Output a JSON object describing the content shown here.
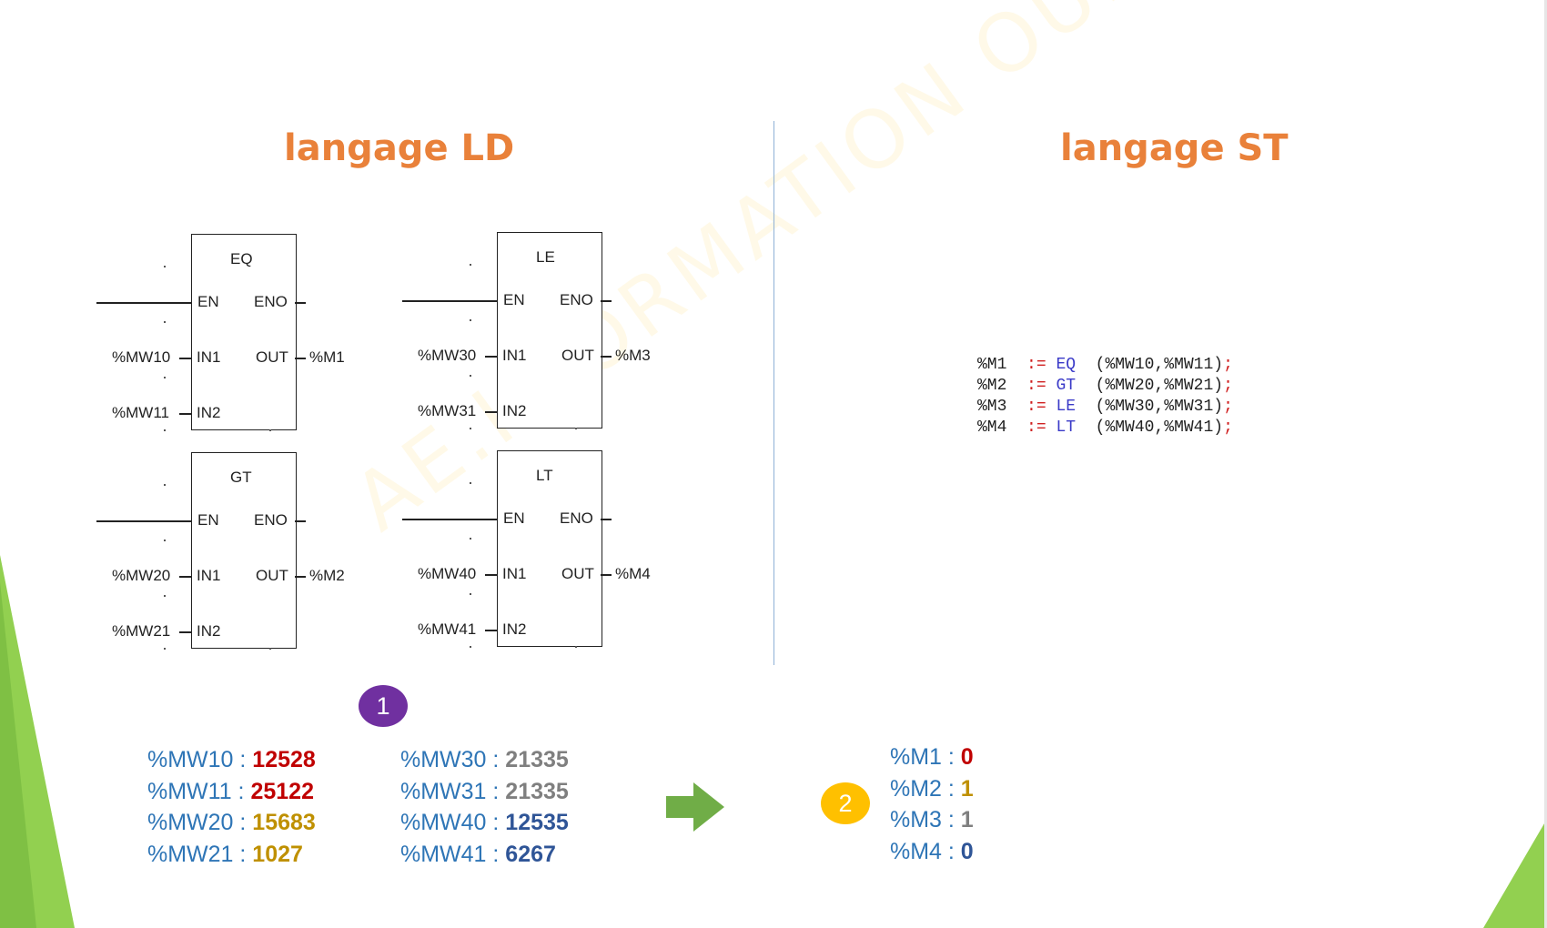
{
  "titles": {
    "ld": "langage LD",
    "st": "langage ST"
  },
  "watermark": "AE.I FORMATION OUEST",
  "blocks": [
    {
      "op": "EQ",
      "in1": "%MW10",
      "in2": "%MW11",
      "out": "%M1"
    },
    {
      "op": "LE",
      "in1": "%MW30",
      "in2": "%MW31",
      "out": "%M3"
    },
    {
      "op": "GT",
      "in1": "%MW20",
      "in2": "%MW21",
      "out": "%M2"
    },
    {
      "op": "LT",
      "in1": "%MW40",
      "in2": "%MW41",
      "out": "%M4"
    }
  ],
  "pins": {
    "en": "EN",
    "eno": "ENO",
    "in1": "IN1",
    "in2": "IN2",
    "out": "OUT"
  },
  "st_code": [
    {
      "var": "%M1",
      "assign": ":=",
      "fn": "EQ",
      "args": "(%MW10,%MW11)",
      "end": ";"
    },
    {
      "var": "%M2",
      "assign": ":=",
      "fn": "GT",
      "args": "(%MW20,%MW21)",
      "end": ";"
    },
    {
      "var": "%M3",
      "assign": ":=",
      "fn": "LE",
      "args": "(%MW30,%MW31)",
      "end": ";"
    },
    {
      "var": "%M4",
      "assign": ":=",
      "fn": "LT",
      "args": "(%MW40,%MW41)",
      "end": ";"
    }
  ],
  "badges": {
    "one": "1",
    "two": "2"
  },
  "values_left": [
    {
      "name": "%MW10 : ",
      "value": "12528",
      "color": "#C00000"
    },
    {
      "name": "%MW11 : ",
      "value": "25122",
      "color": "#C00000"
    },
    {
      "name": "%MW20 : ",
      "value": "15683",
      "color": "#BF9000"
    },
    {
      "name": "%MW21 : ",
      "value": "1027",
      "color": "#BF9000"
    }
  ],
  "values_right": [
    {
      "name": "%MW30 : ",
      "value": "21335",
      "color": "#7F7F7F"
    },
    {
      "name": "%MW31 : ",
      "value": "21335",
      "color": "#7F7F7F"
    },
    {
      "name": "%MW40 : ",
      "value": "12535",
      "color": "#2F5597"
    },
    {
      "name": "%MW41 : ",
      "value": "6267",
      "color": "#2F5597"
    }
  ],
  "results": [
    {
      "name": "%M1 : ",
      "value": "0",
      "color": "#C00000"
    },
    {
      "name": "%M2 : ",
      "value": "1",
      "color": "#BF9000"
    },
    {
      "name": "%M3 : ",
      "value": "1",
      "color": "#7F7F7F"
    },
    {
      "name": "%M4 : ",
      "value": "0",
      "color": "#2F5597"
    }
  ],
  "colors": {
    "title": "#E9813A",
    "badge_one": "#7030A0",
    "badge_two": "#FFC000",
    "arrow": "#70AD47",
    "accent_green": "#92D050"
  }
}
